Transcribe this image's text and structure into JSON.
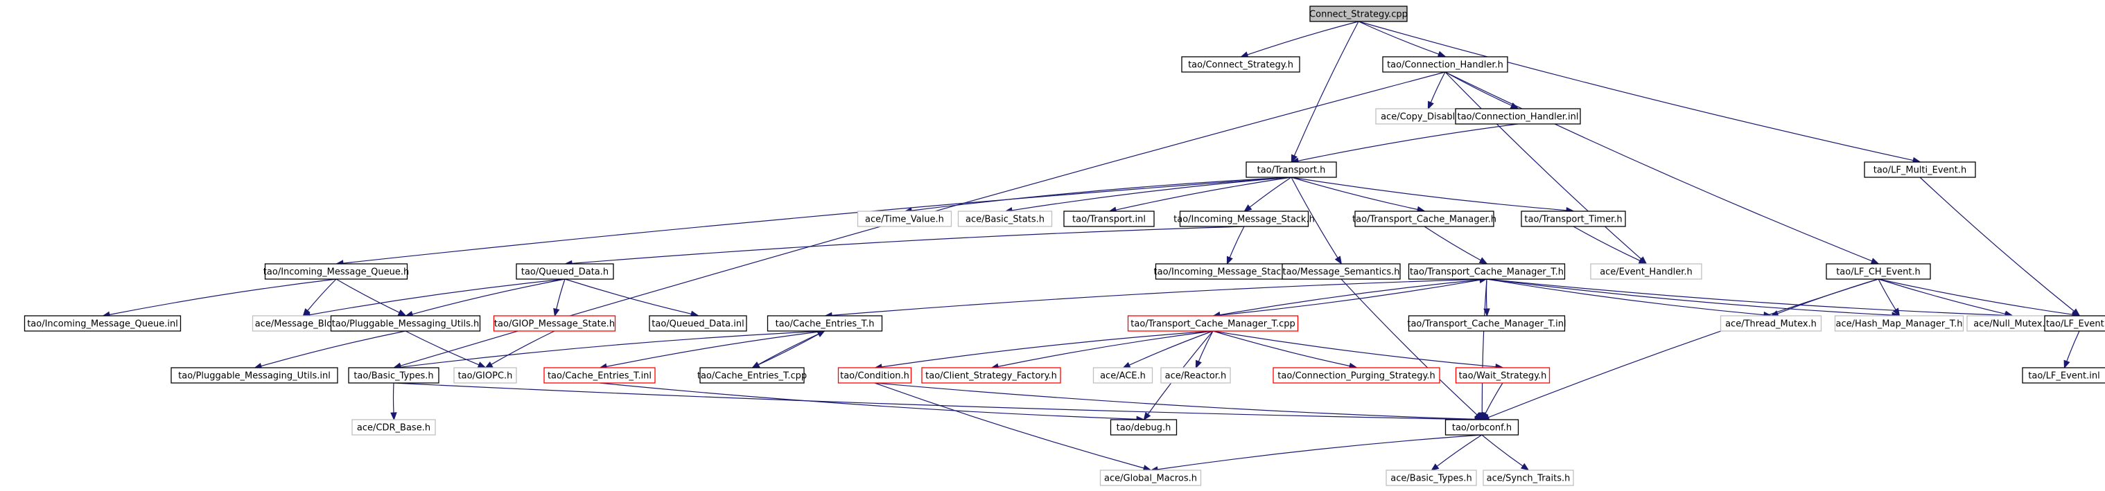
{
  "title": "",
  "colors": {
    "edge": "#191970",
    "box_normal": "#000000",
    "box_missing": "#bfbfbf",
    "box_truncated": "#ff0000",
    "root_fill": "#bfbfbf"
  },
  "nodes": [
    {
      "id": "n0",
      "label": "Connect_Strategy.cpp",
      "style": "root"
    },
    {
      "id": "n1",
      "label": "tao/Connect_Strategy.h",
      "style": "normal"
    },
    {
      "id": "n2",
      "label": "tao/Connection_Handler.h",
      "style": "normal"
    },
    {
      "id": "n3",
      "label": "tao/LF_Multi_Event.h",
      "style": "normal"
    },
    {
      "id": "n4",
      "label": "ace/Copy_Disabled.h",
      "style": "missing"
    },
    {
      "id": "n5",
      "label": "tao/Connection_Handler.inl",
      "style": "normal"
    },
    {
      "id": "n6",
      "label": "tao/Transport.h",
      "style": "normal"
    },
    {
      "id": "n7",
      "label": "ace/Time_Value.h",
      "style": "missing"
    },
    {
      "id": "n8",
      "label": "ace/Basic_Stats.h",
      "style": "missing"
    },
    {
      "id": "n9",
      "label": "tao/Transport.inl",
      "style": "normal"
    },
    {
      "id": "n10",
      "label": "tao/Incoming_Message_Stack.h",
      "style": "normal"
    },
    {
      "id": "n11",
      "label": "tao/Transport_Cache_Manager.h",
      "style": "normal"
    },
    {
      "id": "n12",
      "label": "tao/Transport_Timer.h",
      "style": "normal"
    },
    {
      "id": "n13",
      "label": "tao/Incoming_Message_Queue.h",
      "style": "normal"
    },
    {
      "id": "n14",
      "label": "tao/Queued_Data.h",
      "style": "normal"
    },
    {
      "id": "n15",
      "label": "tao/Incoming_Message_Stack.inl",
      "style": "normal"
    },
    {
      "id": "n16",
      "label": "tao/Message_Semantics.h",
      "style": "normal"
    },
    {
      "id": "n17",
      "label": "tao/Transport_Cache_Manager_T.h",
      "style": "normal"
    },
    {
      "id": "n18",
      "label": "ace/Event_Handler.h",
      "style": "missing"
    },
    {
      "id": "n19",
      "label": "tao/LF_CH_Event.h",
      "style": "normal"
    },
    {
      "id": "n20",
      "label": "tao/Incoming_Message_Queue.inl",
      "style": "normal"
    },
    {
      "id": "n21",
      "label": "ace/Message_Block.h",
      "style": "missing"
    },
    {
      "id": "n22",
      "label": "tao/Pluggable_Messaging_Utils.h",
      "style": "normal"
    },
    {
      "id": "n23",
      "label": "tao/GIOP_Message_State.h",
      "style": "truncated"
    },
    {
      "id": "n24",
      "label": "tao/Queued_Data.inl",
      "style": "normal"
    },
    {
      "id": "n25",
      "label": "tao/Cache_Entries_T.h",
      "style": "normal"
    },
    {
      "id": "n26",
      "label": "tao/Transport_Cache_Manager_T.cpp",
      "style": "truncated"
    },
    {
      "id": "n27",
      "label": "tao/Transport_Cache_Manager_T.inl",
      "style": "normal"
    },
    {
      "id": "n28",
      "label": "ace/Thread_Mutex.h",
      "style": "missing"
    },
    {
      "id": "n29",
      "label": "ace/Hash_Map_Manager_T.h",
      "style": "missing"
    },
    {
      "id": "n30",
      "label": "ace/Null_Mutex.h",
      "style": "missing"
    },
    {
      "id": "n31",
      "label": "tao/LF_Event.h",
      "style": "normal"
    },
    {
      "id": "n32",
      "label": "tao/Pluggable_Messaging_Utils.inl",
      "style": "normal"
    },
    {
      "id": "n33",
      "label": "tao/Basic_Types.h",
      "style": "normal"
    },
    {
      "id": "n34",
      "label": "tao/GIOPC.h",
      "style": "missing"
    },
    {
      "id": "n35",
      "label": "tao/Cache_Entries_T.inl",
      "style": "truncated"
    },
    {
      "id": "n36",
      "label": "tao/Cache_Entries_T.cpp",
      "style": "normal"
    },
    {
      "id": "n37",
      "label": "tao/Condition.h",
      "style": "truncated"
    },
    {
      "id": "n38",
      "label": "tao/Client_Strategy_Factory.h",
      "style": "truncated"
    },
    {
      "id": "n39",
      "label": "ace/ACE.h",
      "style": "missing"
    },
    {
      "id": "n40",
      "label": "ace/Reactor.h",
      "style": "missing"
    },
    {
      "id": "n41",
      "label": "tao/Connection_Purging_Strategy.h",
      "style": "truncated"
    },
    {
      "id": "n42",
      "label": "tao/Wait_Strategy.h",
      "style": "truncated"
    },
    {
      "id": "n43",
      "label": "tao/LF_Event.inl",
      "style": "normal"
    },
    {
      "id": "n44",
      "label": "ace/CDR_Base.h",
      "style": "missing"
    },
    {
      "id": "n45",
      "label": "tao/debug.h",
      "style": "normal"
    },
    {
      "id": "n46",
      "label": "tao/orbconf.h",
      "style": "normal"
    },
    {
      "id": "n47",
      "label": "ace/Global_Macros.h",
      "style": "missing"
    },
    {
      "id": "n48",
      "label": "ace/Basic_Types.h",
      "style": "missing"
    },
    {
      "id": "n49",
      "label": "ace/Synch_Traits.h",
      "style": "missing"
    }
  ],
  "edges": [
    [
      "n0",
      "n1"
    ],
    [
      "n0",
      "n2"
    ],
    [
      "n0",
      "n3"
    ],
    [
      "n0",
      "n6"
    ],
    [
      "n2",
      "n33"
    ],
    [
      "n2",
      "n4"
    ],
    [
      "n2",
      "n5"
    ],
    [
      "n2",
      "n18"
    ],
    [
      "n2",
      "n19"
    ],
    [
      "n5",
      "n6"
    ],
    [
      "n3",
      "n31"
    ],
    [
      "n6",
      "n13"
    ],
    [
      "n6",
      "n7"
    ],
    [
      "n6",
      "n8"
    ],
    [
      "n6",
      "n9"
    ],
    [
      "n6",
      "n10"
    ],
    [
      "n6",
      "n16"
    ],
    [
      "n6",
      "n11"
    ],
    [
      "n6",
      "n12"
    ],
    [
      "n10",
      "n14"
    ],
    [
      "n10",
      "n15"
    ],
    [
      "n11",
      "n17"
    ],
    [
      "n12",
      "n18"
    ],
    [
      "n13",
      "n20"
    ],
    [
      "n13",
      "n21"
    ],
    [
      "n13",
      "n22"
    ],
    [
      "n14",
      "n21"
    ],
    [
      "n14",
      "n22"
    ],
    [
      "n14",
      "n23"
    ],
    [
      "n14",
      "n24"
    ],
    [
      "n16",
      "n46"
    ],
    [
      "n17",
      "n25"
    ],
    [
      "n17",
      "n26"
    ],
    [
      "n17",
      "n27"
    ],
    [
      "n17",
      "n28"
    ],
    [
      "n17",
      "n29"
    ],
    [
      "n17",
      "n30"
    ],
    [
      "n17",
      "n46"
    ],
    [
      "n19",
      "n28"
    ],
    [
      "n19",
      "n29"
    ],
    [
      "n19",
      "n30"
    ],
    [
      "n19",
      "n31"
    ],
    [
      "n19",
      "n46"
    ],
    [
      "n22",
      "n32"
    ],
    [
      "n22",
      "n34"
    ],
    [
      "n23",
      "n34"
    ],
    [
      "n25",
      "n33"
    ],
    [
      "n25",
      "n35"
    ],
    [
      "n25",
      "n36"
    ],
    [
      "n36",
      "n25"
    ],
    [
      "n26",
      "n17"
    ],
    [
      "n26",
      "n37"
    ],
    [
      "n26",
      "n38"
    ],
    [
      "n26",
      "n39"
    ],
    [
      "n26",
      "n40"
    ],
    [
      "n26",
      "n41"
    ],
    [
      "n26",
      "n42"
    ],
    [
      "n26",
      "n45"
    ],
    [
      "n31",
      "n43"
    ],
    [
      "n33",
      "n44"
    ],
    [
      "n33",
      "n46"
    ],
    [
      "n35",
      "n45"
    ],
    [
      "n37",
      "n46"
    ],
    [
      "n37",
      "n47"
    ],
    [
      "n42",
      "n46"
    ],
    [
      "n46",
      "n47"
    ],
    [
      "n46",
      "n48"
    ],
    [
      "n46",
      "n49"
    ]
  ]
}
